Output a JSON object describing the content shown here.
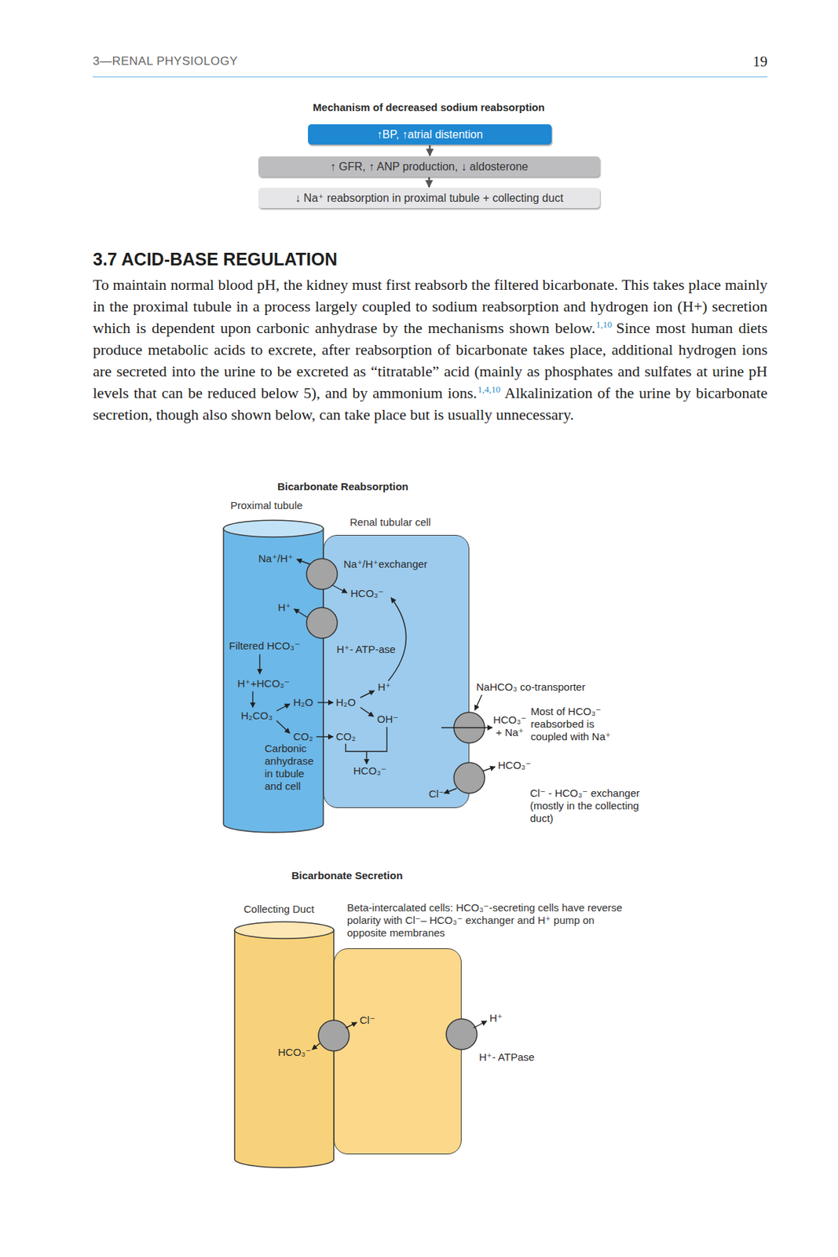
{
  "diagram": {
    "title": "3.7 ACID-BASE REGULATION",
    "nodes": [
      {
        "text": [
          "↑BP, ↑atrial distention"
        ]
      },
      {
        "text": [
          "↑ GFR, ↑ ANP production, ↓ aldosterone"
        ]
      },
      {
        "text": [
          "↓ Na⁺ reabsorption in proximal tubule + collecting duct"
        ]
      },
      {
        "text": [
          "Proximal tubule"
        ]
      },
      {
        "text": [
          "Renal tubular cell"
        ]
      },
      {
        "text": [
          "Collecting Duct"
        ]
      },
      {
        "text": [
          "Beta-intercalated cells: HCO₃⁻-secreting cells have reverse polarity with Cl⁻– HCO₃⁻ exchanger and H⁺ pump on opposite membranes"
        ]
      }
    ],
    "edges": [
      {
        "from": 0,
        "to": 1,
        "arrow": "to"
      },
      {
        "from": 1,
        "to": 2,
        "arrow": "to"
      }
    ],
    "labels": [
      "3—RENAL PHYSIOLOGY",
      "19",
      "Mechanism of decreased sodium reabsorption",
      "To maintain normal blood pH, the kidney must first reabsorb the filtered bicarbonate. This takes place mainly in the proximal tubule in a process largely coupled to sodium reabsorption and hydrogen ion (H+) secretion which is dependent upon carbonic anhydrase by the mechanisms shown below.",
      "1,10",
      "Since most human diets produce metabolic acids to excrete, after reabsorption of bicarbonate takes place, additional hydrogen ions are secreted into the urine to be excreted as “titratable” acid (mainly as phosphates and sulfates at urine pH levels that can be reduced below 5), and by ammonium ions.",
      "1,4,10",
      "Alkalinization of the urine by bicarbonate secretion, though also shown below, can take place but is usually unnecessary.",
      "Bicarbonate Reabsorption",
      "Na⁺/H⁺",
      "Na⁺/H⁺exchanger",
      "HCO₃⁻",
      "H⁺",
      "Filtered HCO₃⁻",
      "H⁺- ATP-ase",
      "H⁺+HCO₃⁻",
      "H₂CO₃",
      "H₂O",
      "H₂O",
      "H⁺",
      "OH⁻",
      "CO₂",
      "CO₂",
      "Carbonic anhydrase in tubule and cell",
      "HCO₃⁻",
      "NaHCO₃ co-transporter",
      "HCO₃⁻ + Na⁺",
      "Most of HCO₃⁻ reabsorbed is coupled with Na⁺",
      "HCO₃⁻",
      "Cl⁻",
      "Cl⁻ - HCO₃⁻ exchanger (mostly in the collecting duct)",
      "Bicarbonate Secretion",
      "Cl⁻",
      "HCO₃⁻",
      "H⁺",
      "H⁺- ATPase"
    ]
  }
}
